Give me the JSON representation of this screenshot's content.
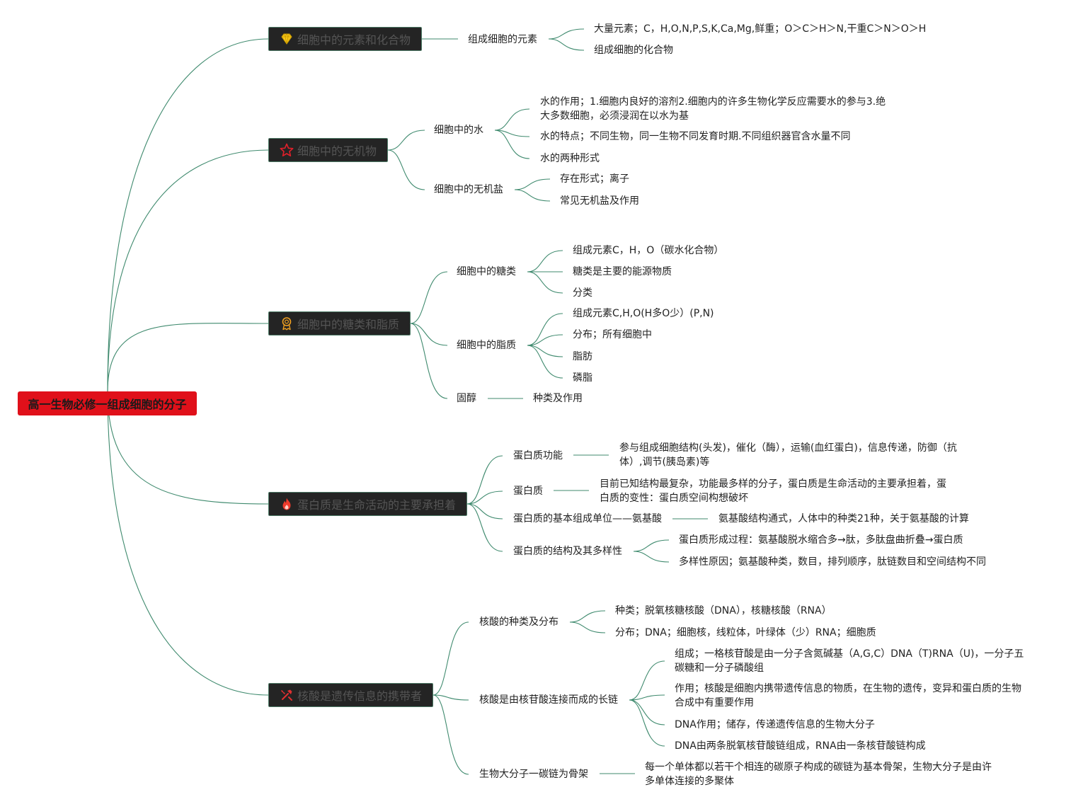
{
  "root": {
    "label": "高一生物必修一组成细胞的分子",
    "color": "#e0101a"
  },
  "branches": [
    {
      "label": "细胞中的元素和化合物",
      "icon": "diamond-icon",
      "children": [
        {
          "label": "组成细胞的元素",
          "children": [
            "大量元素；C，H,O,N,P,S,K,Ca,Mg,鲜重；O＞C＞H＞N,干重C＞N＞O＞H",
            "组成细胞的化合物"
          ]
        }
      ]
    },
    {
      "label": "细胞中的无机物",
      "icon": "star-icon",
      "children": [
        {
          "label": "细胞中的水",
          "children": [
            "水的作用；1.细胞内良好的溶剂2.细胞内的许多生物化学反应需要水的参与3.绝大多数细胞，必须浸润在以水为基",
            "水的特点；不同生物，同一生物不同发育时期.不同组织器官含水量不同",
            "水的两种形式"
          ]
        },
        {
          "label": "细胞中的无机盐",
          "children": [
            "存在形式；离子",
            "常见无机盐及作用"
          ]
        }
      ]
    },
    {
      "label": "细胞中的糖类和脂质",
      "icon": "medal-icon",
      "children": [
        {
          "label": "细胞中的糖类",
          "children": [
            "组成元素C，H，O（碳水化合物）",
            "糖类是主要的能源物质",
            "分类"
          ]
        },
        {
          "label": "细胞中的脂质",
          "children": [
            "组成元素C,H,O(H多O少）(P,N)",
            "分布；所有细胞中",
            "脂肪",
            "磷脂"
          ]
        },
        {
          "label": "固醇",
          "children": [
            "种类及作用"
          ]
        }
      ]
    },
    {
      "label": "蛋白质是生命活动的主要承担着",
      "icon": "flame-icon",
      "children": [
        {
          "label": "蛋白质功能",
          "children": [
            "参与组成细胞结构(头发)，催化（酶），运输(血红蛋白)，信息传递，防御（抗体）,调节(胰岛素)等"
          ]
        },
        {
          "label": "蛋白质",
          "children": [
            "目前已知结构最复杂，功能最多样的分子，蛋白质是生命活动的主要承担着，蛋白质的变性：蛋白质空间构想破坏"
          ]
        },
        {
          "label": "蛋白质的基本组成单位——氨基酸",
          "children": [
            "氨基酸结构通式，人体中的种类21种，关于氨基酸的计算"
          ]
        },
        {
          "label": "蛋白质的结构及其多样性",
          "children": [
            "蛋白质形成过程：氨基酸脱水缩合多→肽，多肽盘曲折叠→蛋白质",
            "多样性原因；氨基酸种类，数目，排列顺序，肽链数目和空间结构不同"
          ]
        }
      ]
    },
    {
      "label": "核酸是遗传信息的携带者",
      "icon": "tools-icon",
      "children": [
        {
          "label": "核酸的种类及分布",
          "children": [
            "种类；脱氧核糖核酸（DNA），核糖核酸（RNA）",
            "分布；DNA；细胞核，线粒体，叶绿体（少）RNA；细胞质"
          ]
        },
        {
          "label": "核酸是由核苷酸连接而成的长链",
          "children": [
            "组成；一格核苷酸是由一分子含氮碱基（A,G,C）DNA（T)RNA（U)，一分子五碳糖和一分子磷酸组",
            "作用；核酸是细胞内携带遗传信息的物质，在生物的遗传，变异和蛋白质的生物合成中有重要作用",
            "DNA作用；储存，传递遗传信息的生物大分子",
            "DNA由两条脱氧核苷酸链组成，RNA由一条核苷酸链构成"
          ]
        },
        {
          "label": "生物大分子一碳链为骨架",
          "children": [
            "每一个单体都以若干个相连的碳原子构成的碳链为基本骨架，生物大分子是由许多单体连接的多聚体"
          ]
        }
      ]
    }
  ]
}
